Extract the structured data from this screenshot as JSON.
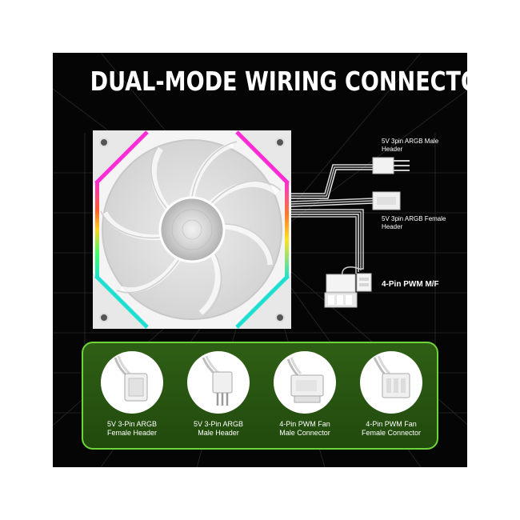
{
  "title": "DUAL-MODE WIRING CONNECTORS",
  "callouts": {
    "argb_male": [
      "5V 3pin ARGB Male",
      "Header"
    ],
    "argb_female": [
      "5V 3pin ARGB Female",
      "Header"
    ],
    "pwm": "4-Pin PWM M/F"
  },
  "connectors": [
    {
      "icon": "argb-female-connector-icon",
      "line1": "5V 3-Pin ARGB",
      "line2": "Female Header"
    },
    {
      "icon": "argb-male-connector-icon",
      "line1": "5V 3-Pin ARGB",
      "line2": "Male Header"
    },
    {
      "icon": "pwm-male-connector-icon",
      "line1": "4-Pin PWM Fan",
      "line2": "Male Connector"
    },
    {
      "icon": "pwm-female-connector-icon",
      "line1": "4-Pin PWM Fan",
      "line2": "Female Connector"
    }
  ],
  "colors": {
    "background": "#050505",
    "panel_border": "#6fd33a",
    "panel_fill": "#2a5512",
    "text": "#ffffff"
  }
}
